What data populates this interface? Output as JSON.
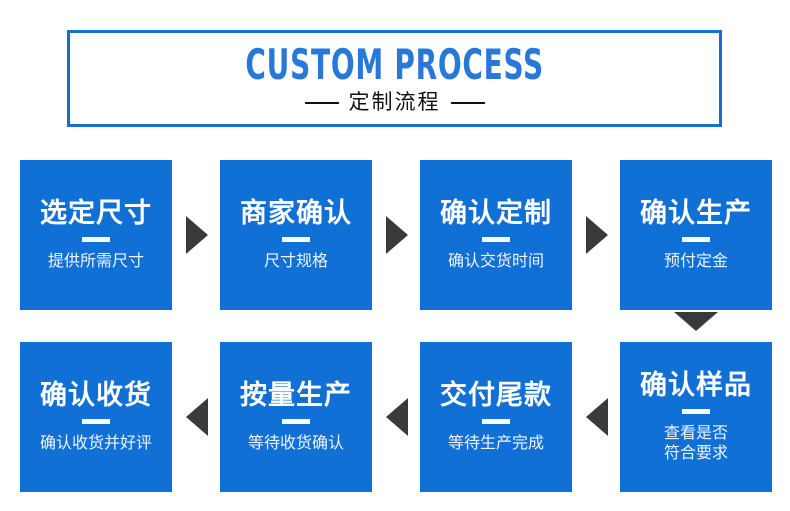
{
  "header": {
    "title_en": "CUSTOM PROCESS",
    "subtitle_cn": "定制流程",
    "border_color": "#1070d6",
    "title_color": "#2878d8",
    "subtitle_color": "#111111"
  },
  "theme": {
    "card_bg": "#1070d6",
    "card_title_color": "#ffffff",
    "card_desc_color": "#eef4fc",
    "arrow_color": "#3a3a3a",
    "page_bg": "#ffffff"
  },
  "flow": {
    "steps": [
      {
        "index": 1,
        "title": "选定尺寸",
        "desc": "提供所需尺寸"
      },
      {
        "index": 2,
        "title": "商家确认",
        "desc": "尺寸规格"
      },
      {
        "index": 3,
        "title": "确认定制",
        "desc": "确认交货时间"
      },
      {
        "index": 4,
        "title": "确认生产",
        "desc": "预付定金"
      },
      {
        "index": 5,
        "title": "确认样品",
        "desc_line1": "查看是否",
        "desc_line2": "符合要求"
      },
      {
        "index": 6,
        "title": "交付尾款",
        "desc": "等待生产完成"
      },
      {
        "index": 7,
        "title": "按量生产",
        "desc": "等待收货确认"
      },
      {
        "index": 8,
        "title": "确认收货",
        "desc": "确认收货并好评"
      }
    ],
    "connectors": [
      {
        "from": 1,
        "to": 2,
        "direction": "right"
      },
      {
        "from": 2,
        "to": 3,
        "direction": "right"
      },
      {
        "from": 3,
        "to": 4,
        "direction": "right"
      },
      {
        "from": 4,
        "to": 5,
        "direction": "down"
      },
      {
        "from": 5,
        "to": 6,
        "direction": "left"
      },
      {
        "from": 6,
        "to": 7,
        "direction": "left"
      },
      {
        "from": 7,
        "to": 8,
        "direction": "left"
      }
    ]
  }
}
